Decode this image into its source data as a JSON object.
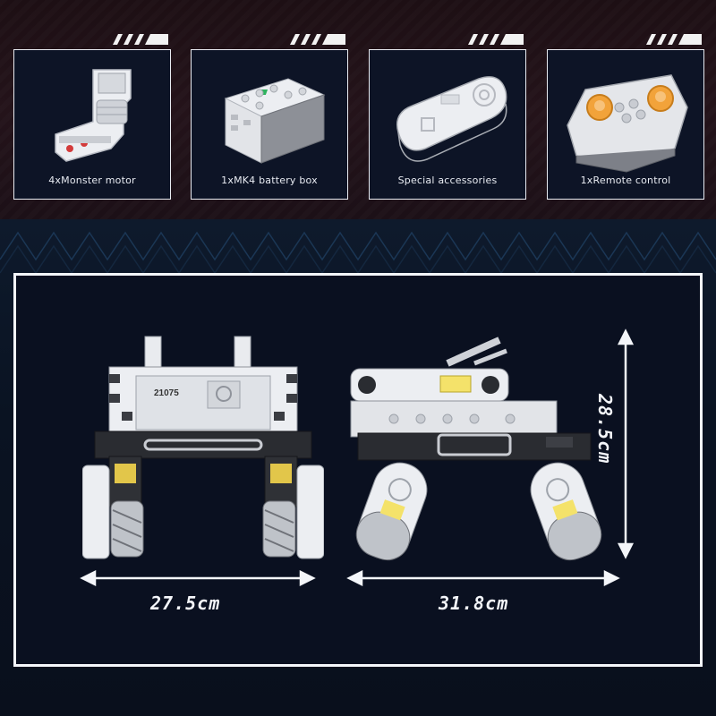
{
  "components": [
    {
      "label": "4xMonster motor",
      "icon": "monster-motor"
    },
    {
      "label": "1xMK4 battery box",
      "icon": "battery-box"
    },
    {
      "label": "Special accessories",
      "icon": "special-accessory"
    },
    {
      "label": "1xRemote control",
      "icon": "remote-control"
    }
  ],
  "dimensions": {
    "front_width": "27.5cm",
    "side_length": "31.8cm",
    "height": "28.5cm"
  },
  "model_number": "21075",
  "colors": {
    "background": "#0b1222",
    "frame": "#f4f6fa",
    "brick_white": "#eceef2",
    "brick_dark": "#2a2c31",
    "accent_orange": "#f2a33a"
  }
}
